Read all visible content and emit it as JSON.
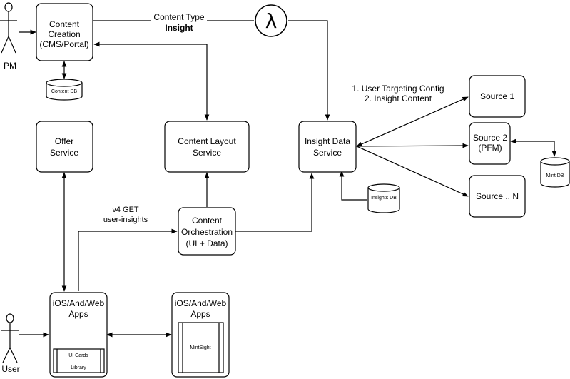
{
  "actors": {
    "pm": "PM",
    "user": "User"
  },
  "boxes": {
    "content_creation": [
      "Content",
      "Creation",
      "(CMS/Portal)"
    ],
    "offer_service": [
      "Offer",
      "Service"
    ],
    "content_layout": [
      "Content Layout",
      "Service"
    ],
    "insight_data": [
      "Insight Data",
      "Service"
    ],
    "source1": [
      "Source 1"
    ],
    "source2": [
      "Source 2",
      "(PFM)"
    ],
    "sourceN": [
      "Source .. N"
    ],
    "orchestration": [
      "Content",
      "Orchestration",
      "(UI + Data)"
    ],
    "apps_left": [
      "iOS/And/Web",
      "Apps"
    ],
    "apps_right": [
      "iOS/And/Web",
      "Apps"
    ]
  },
  "inner": {
    "ui_cards": [
      "UI Cards",
      "Library"
    ],
    "mintsight": "MintSight"
  },
  "databases": {
    "content_db": "Content DB",
    "insights_db": "Insights DB",
    "mint_db": "Mint DB"
  },
  "labels": {
    "content_type": "Content Type",
    "insight": "Insight",
    "targeting_1": "1. User Targeting Config",
    "targeting_2": "2. Insight Content",
    "v4_get": "v4 GET",
    "user_insights": "user-insights"
  },
  "icons": {
    "lambda": "λ",
    "actor": "stick-figure-icon"
  }
}
